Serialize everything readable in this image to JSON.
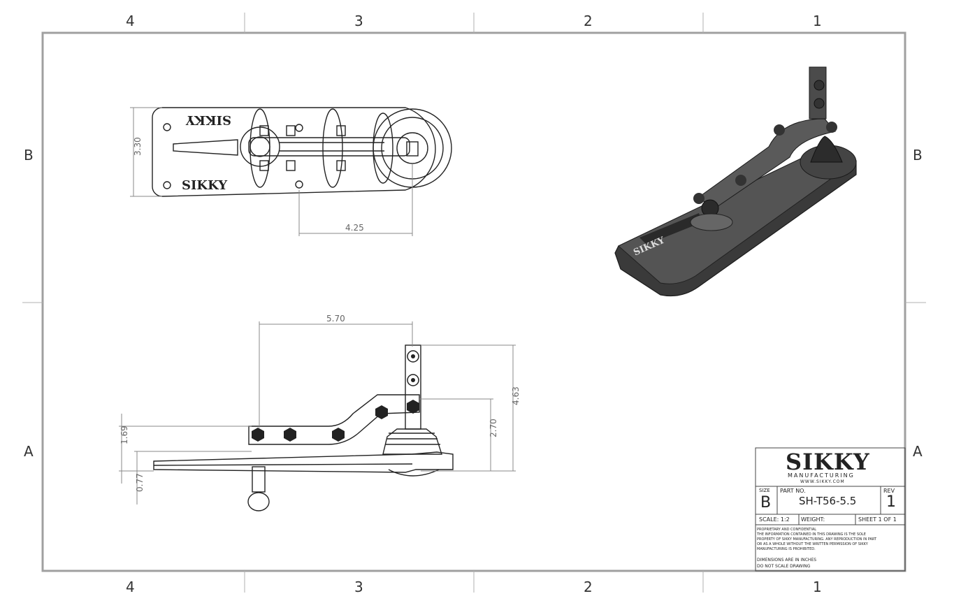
{
  "zones": {
    "top": [
      "4",
      "3",
      "2",
      "1"
    ],
    "bottom": [
      "4",
      "3",
      "2",
      "1"
    ],
    "left": [
      "B",
      "A"
    ],
    "right": [
      "B",
      "A"
    ]
  },
  "dimensions": {
    "top_view_height": "3.30",
    "top_view_offset": "4.25",
    "side_view_length": "5.70",
    "side_view_total_height": "4.63",
    "side_view_pivot_height": "2.70",
    "side_view_link_height": "1.69",
    "side_view_ball_depth": "0.77"
  },
  "part_logo_text": [
    "SIKKY",
    "SIKKY",
    "SIKKY"
  ],
  "title_block": {
    "company": "SIKKY",
    "subtitle": "MANUFACTURING",
    "website": "WWW.SIKKY.COM",
    "size_label": "SIZE",
    "size_value": "B",
    "part_no_label": "PART NO.",
    "part_no_value": "SH-T56-5.5",
    "rev_label": "REV",
    "rev_value": "1",
    "scale": "SCALE: 1:2",
    "weight": "WEIGHT:",
    "sheet": "SHEET 1 OF 1",
    "confidential_title": "PROPRIETARY AND CONFIDENTIAL",
    "confidential_lines": [
      "THE INFORMATION CONTAINED IN THIS DRAWING IS THE SOLE",
      "PROPERTY OF SIKKY MANUFACTURING.  ANY REPRODUCTION IN PART",
      "OR AS A WHOLE WITHOUT THE WRITTEN PERMISSION OF SIKKY",
      "MANUFACTURING IS PROHIBITED."
    ],
    "notes": [
      "DIMENSIONS ARE IN INCHES",
      "DO NOT SCALE DRAWING"
    ]
  }
}
